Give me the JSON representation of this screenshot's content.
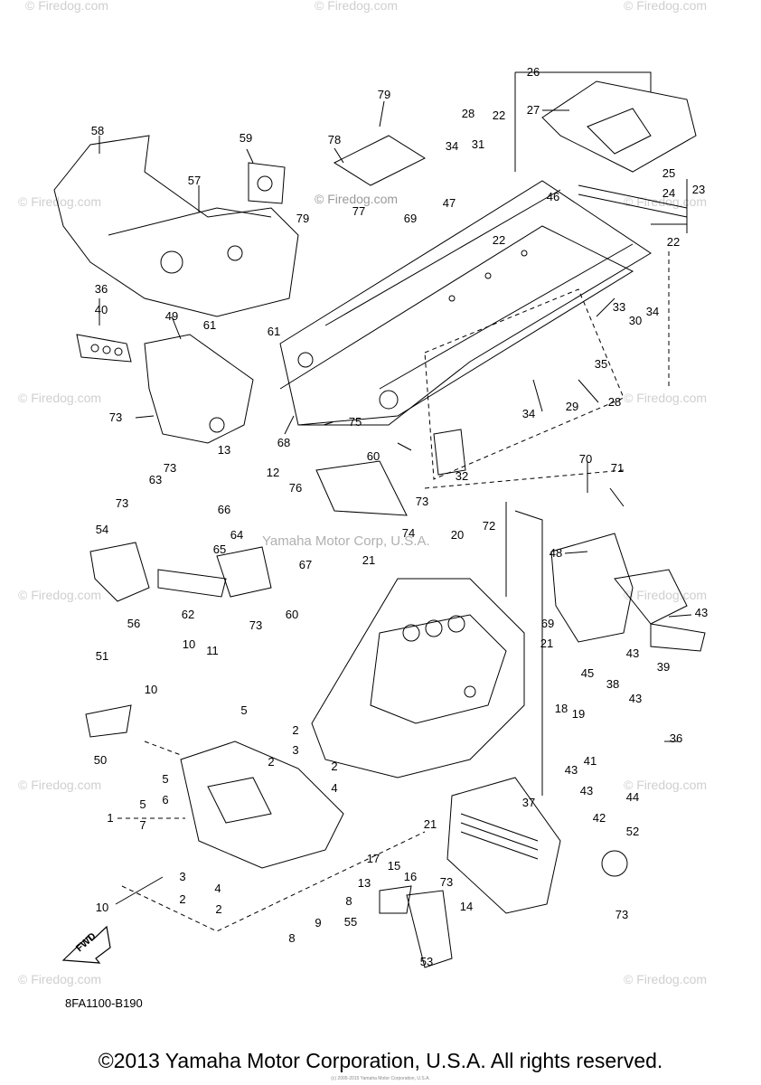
{
  "watermark": {
    "text": "© Firedog.com",
    "center_text": "© Firedog.com",
    "middle_text": "Yamaha Motor Corp, U.S.A."
  },
  "diagram": {
    "code": "8FA1100-B190",
    "fwd_label": "FWD",
    "callouts": [
      "1",
      "2",
      "2",
      "2",
      "2",
      "3",
      "3",
      "4",
      "4",
      "5",
      "5",
      "5",
      "6",
      "7",
      "8",
      "8",
      "9",
      "10",
      "10",
      "10",
      "11",
      "12",
      "13",
      "13",
      "14",
      "15",
      "16",
      "17",
      "18",
      "19",
      "20",
      "21",
      "21",
      "21",
      "22",
      "22",
      "22",
      "23",
      "24",
      "25",
      "26",
      "27",
      "28",
      "28",
      "29",
      "30",
      "31",
      "32",
      "33",
      "34",
      "34",
      "34",
      "35",
      "36",
      "36",
      "37",
      "38",
      "39",
      "40",
      "41",
      "42",
      "43",
      "43",
      "43",
      "43",
      "43",
      "43",
      "44",
      "45",
      "46",
      "47",
      "48",
      "49",
      "50",
      "51",
      "52",
      "53",
      "54",
      "55",
      "56",
      "57",
      "58",
      "59",
      "60",
      "60",
      "61",
      "61",
      "62",
      "63",
      "64",
      "65",
      "66",
      "67",
      "68",
      "69",
      "69",
      "70",
      "71",
      "72",
      "73",
      "73",
      "73",
      "73",
      "73",
      "73",
      "73",
      "73",
      "74",
      "75",
      "76",
      "77",
      "78",
      "79",
      "79"
    ]
  },
  "footer": {
    "copyright": "©2013 Yamaha Motor Corporation, U.S.A. All rights reserved.",
    "small_print": "(c) 2005-2015 Yamaha Motor Corporation, U.S.A."
  }
}
